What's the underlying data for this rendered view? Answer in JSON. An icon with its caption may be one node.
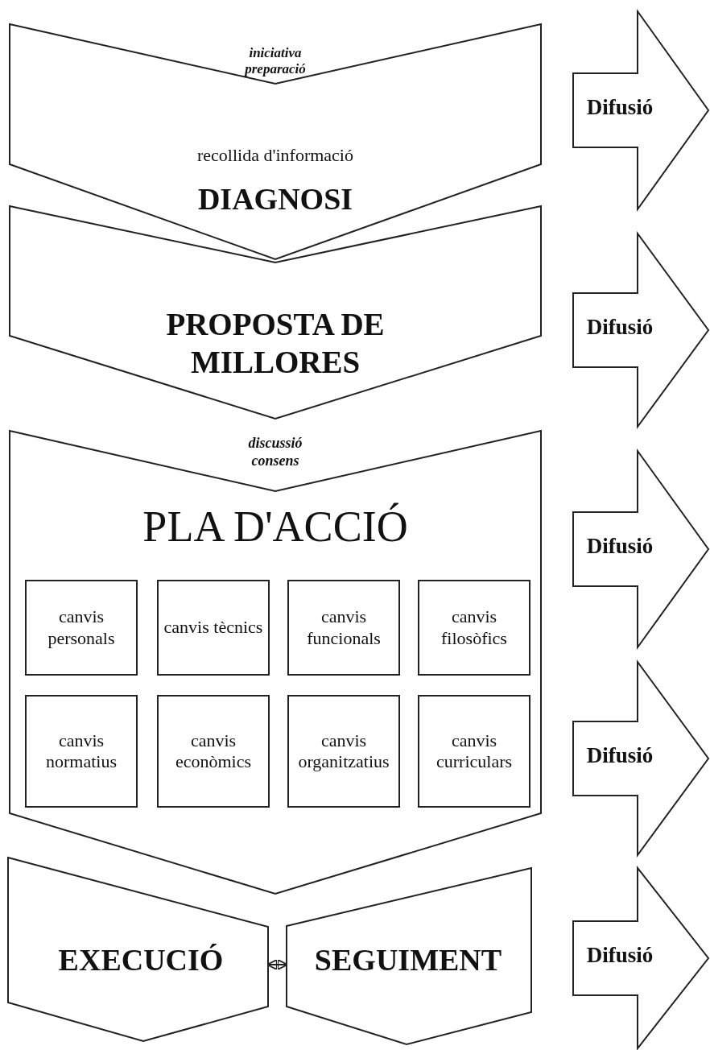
{
  "diagram": {
    "nodes": [
      {
        "text": [
          "iniciativa preparació",
          "recollida d'informació",
          "DIAGNOSI"
        ]
      },
      {
        "text": [
          "PROPOSTA DE MILLORES"
        ]
      },
      {
        "text": [
          "discussió consens",
          "PLA D'ACCIÓ"
        ]
      },
      {
        "text": [
          "canvis personals"
        ],
        "in": 2
      },
      {
        "text": [
          "canvis tècnics"
        ],
        "in": 2
      },
      {
        "text": [
          "canvis funcionals"
        ],
        "in": 2
      },
      {
        "text": [
          "canvis filosòfics"
        ],
        "in": 2
      },
      {
        "text": [
          "canvis normatius"
        ],
        "in": 2
      },
      {
        "text": [
          "canvis econòmics"
        ],
        "in": 2
      },
      {
        "text": [
          "canvis organitzatius"
        ],
        "in": 2
      },
      {
        "text": [
          "canvis curriculars"
        ],
        "in": 2
      },
      {
        "text": [
          "EXECUCIÓ"
        ]
      },
      {
        "text": [
          "SEGUIMENT"
        ]
      },
      {
        "text": [
          "Difusió"
        ]
      },
      {
        "text": [
          "Difusió"
        ]
      },
      {
        "text": [
          "Difusió"
        ]
      },
      {
        "text": [
          "Difusió"
        ]
      },
      {
        "text": [
          "Difusió"
        ]
      }
    ],
    "edges": [
      {
        "from": 11,
        "to": 12,
        "arrow": "both"
      }
    ]
  }
}
